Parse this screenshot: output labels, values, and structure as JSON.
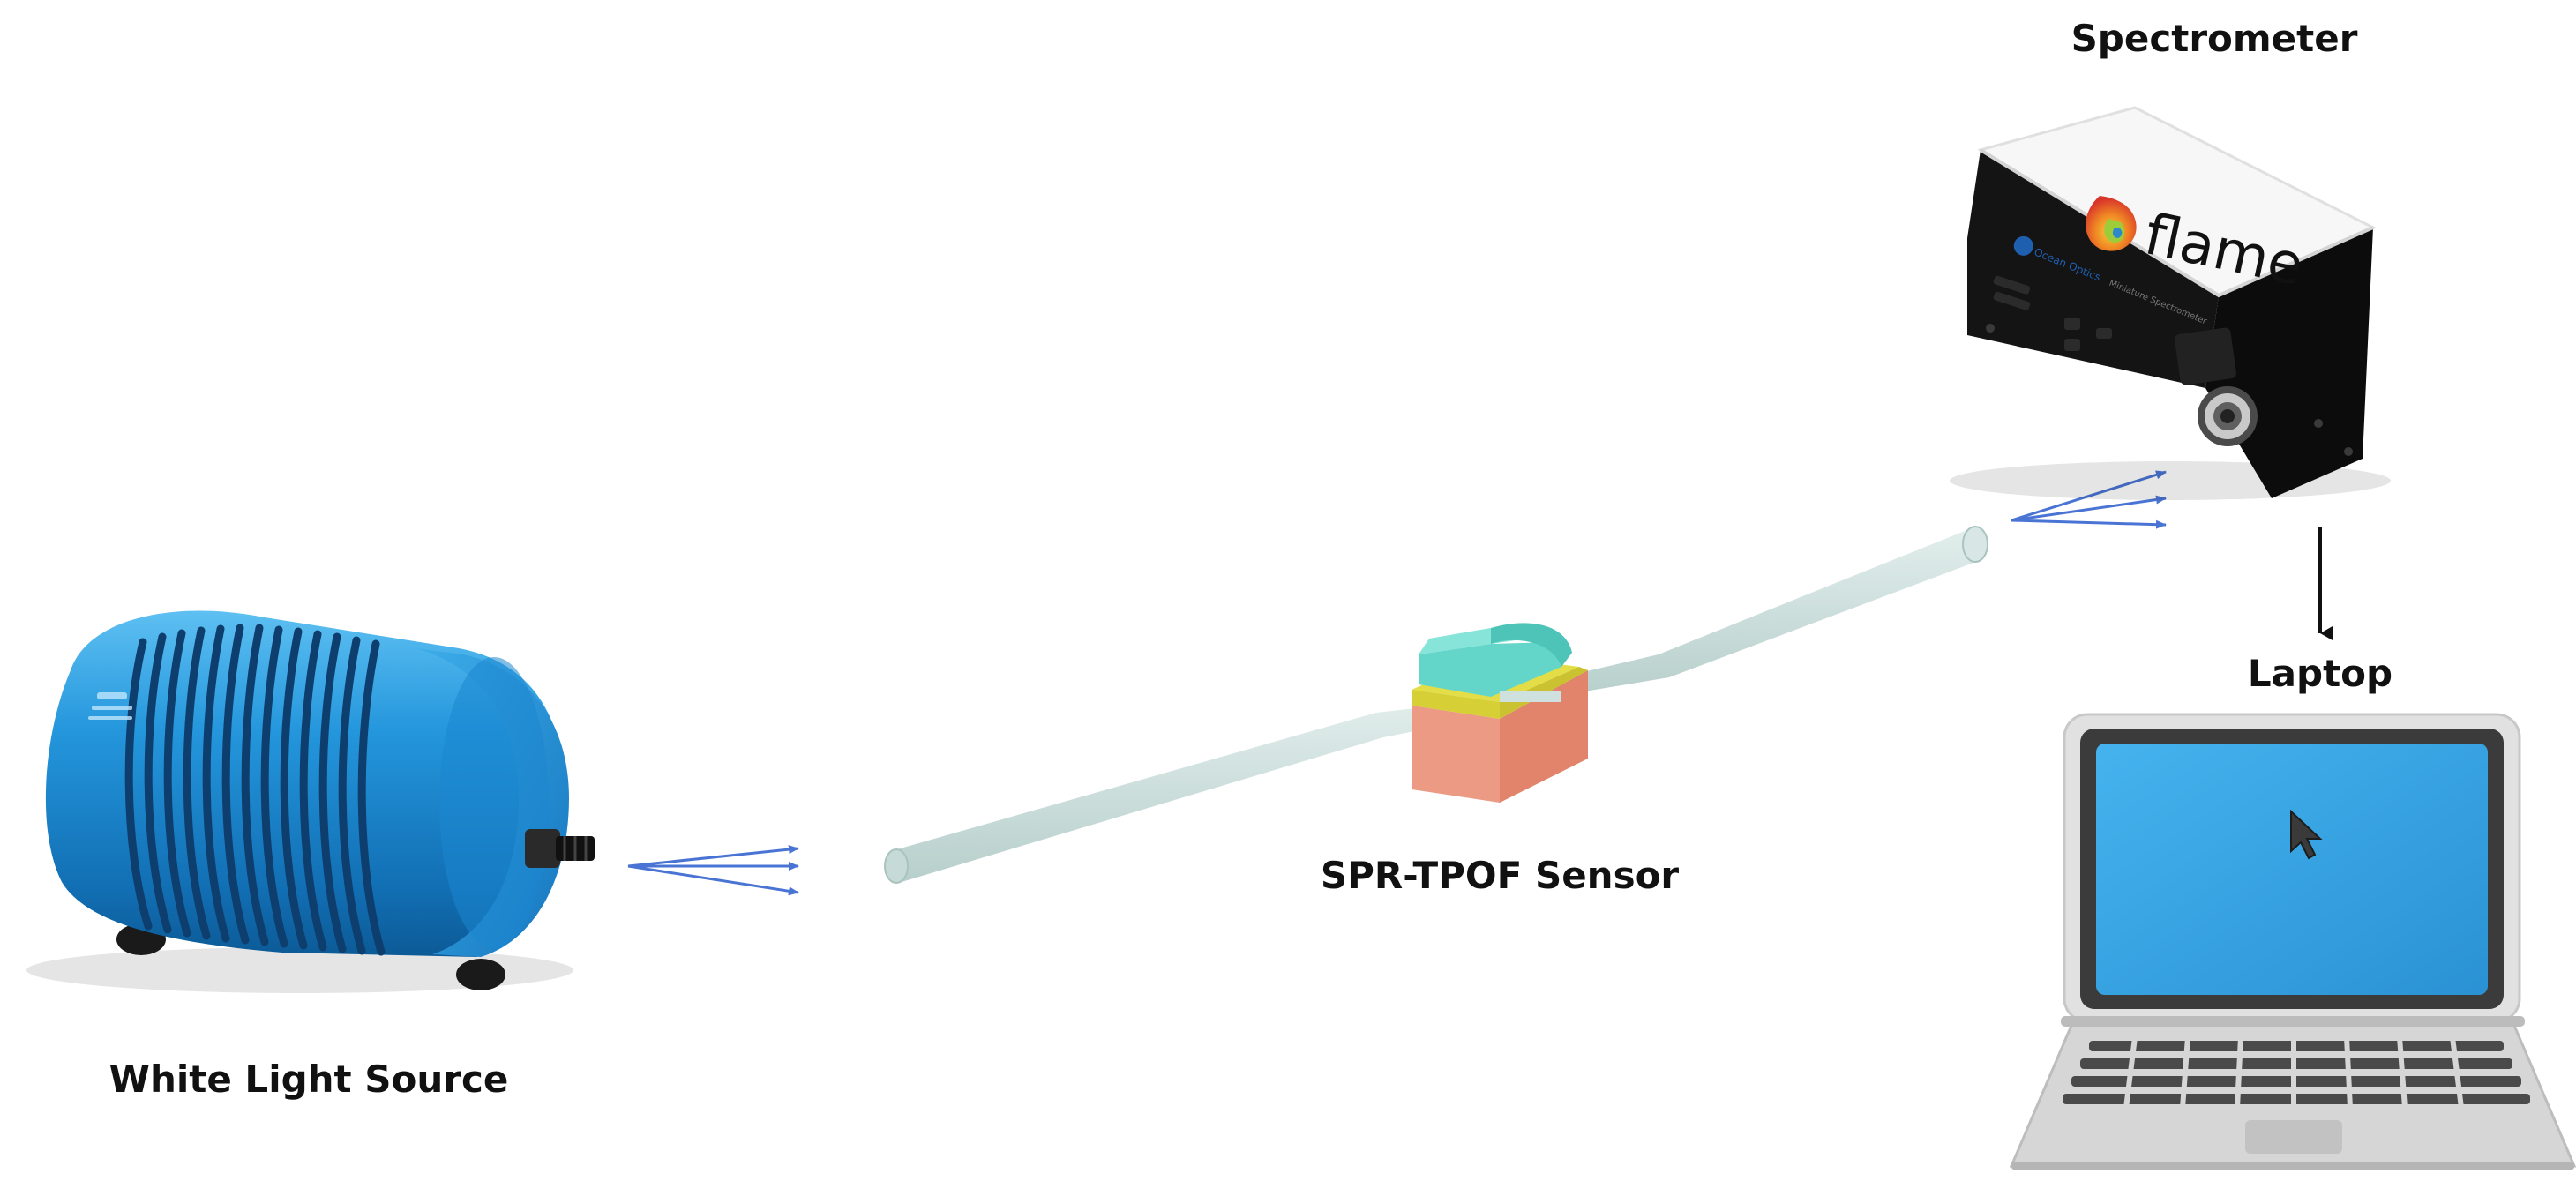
{
  "labels": {
    "light_source": "White Light Source",
    "sensor": "SPR-TPOF Sensor",
    "spectrometer": "Spectrometer",
    "laptop": "Laptop"
  },
  "spectrometer_brand": {
    "product": "flame",
    "maker": "Ocean Optics",
    "subtitle": "Miniature Spectrometer"
  },
  "colors": {
    "light_source_body": "#1f8fd6",
    "fiber": "#cfe1df",
    "sensor_base": "#ec9a83",
    "sensor_coating": "#e3dd48",
    "sensor_sample": "#64d6c9",
    "beam_arrows": "#4a74d4",
    "laptop_screen": "#38a6e4",
    "laptop_bezel": "#3b3b3b",
    "spectrometer_body": "#151515"
  }
}
